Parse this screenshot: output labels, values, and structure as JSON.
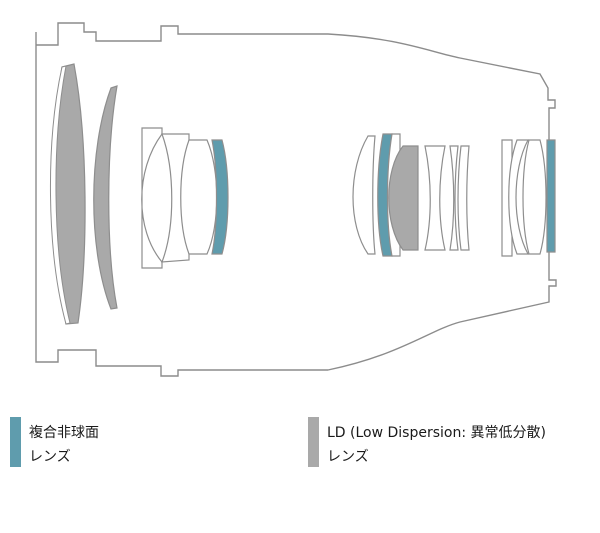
{
  "legend": {
    "aspheric": {
      "line1": "複合非球面",
      "line2": "レンズ",
      "color": "#5f9cad"
    },
    "ld": {
      "line1": "LD (Low Dispersion: 異常低分散)",
      "line2": "レンズ",
      "color": "#a9a9a9"
    }
  },
  "colors": {
    "outline": "#8c8c8c",
    "lens_stroke": "#8e8e8e",
    "lens_white": "#ffffff"
  }
}
